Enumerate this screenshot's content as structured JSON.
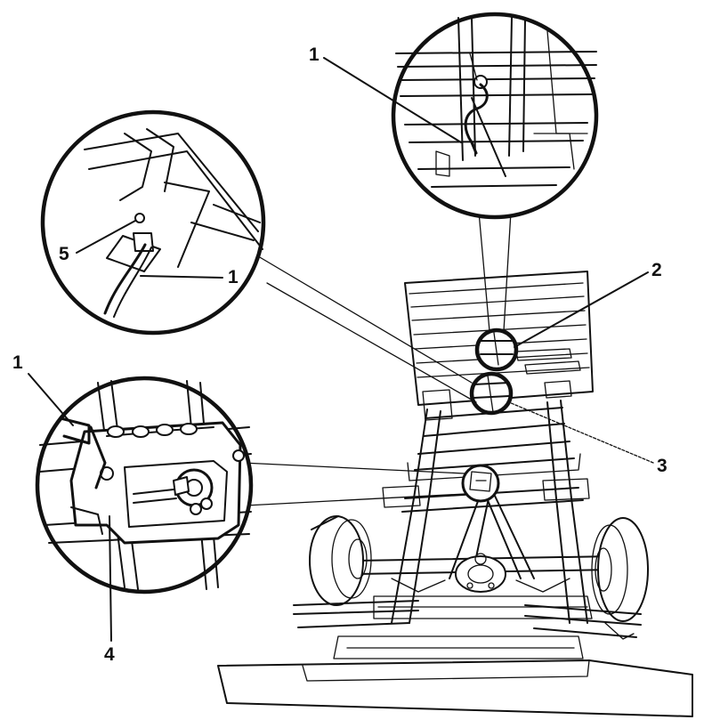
{
  "figure": {
    "callouts": {
      "top_detail_1": "1",
      "left_detail_5": "5",
      "left_detail_1": "1",
      "bracket_detail_1": "1",
      "bracket_detail_4": "4",
      "right_2": "2",
      "right_3": "3"
    }
  }
}
